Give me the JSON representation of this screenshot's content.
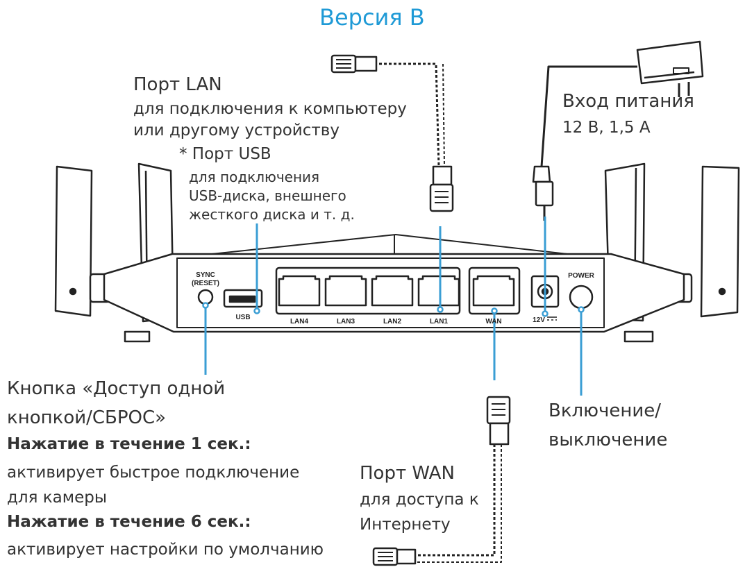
{
  "title": "Версия B",
  "colors": {
    "accent": "#1f9ad6",
    "leader": "#3a9ed4",
    "outline": "#222222"
  },
  "labels": {
    "lan": {
      "title": "Порт LAN",
      "line1": "для подключения к компьютеру",
      "line2": "или другому устройству"
    },
    "usb": {
      "title": "* Порт USB",
      "line1": "для подключения",
      "line2": "USB-диска, внешнего",
      "line3": "жесткого диска и т. д."
    },
    "power_in": {
      "title": "Вход питания",
      "line1": "12 В, 1,5 А"
    },
    "button": {
      "title1": "Кнопка «Доступ одной",
      "title2": "кнопкой/СБРОС»",
      "press1": "Нажатие в течение 1 сек.:",
      "press1_desc1": "активирует быстрое подключение",
      "press1_desc2": "для камеры",
      "press6": "Нажатие в течение 6 сек.:",
      "press6_desc": "активирует настройки по умолчанию"
    },
    "power_switch": {
      "line1": "Включение/",
      "line2": "выключение"
    },
    "wan": {
      "title": "Порт WAN",
      "line1": "для доступа к",
      "line2": "Интернету"
    }
  },
  "router": {
    "sync": "SYNC",
    "reset": "(RESET)",
    "usb": "USB",
    "lan4": "LAN4",
    "lan3": "LAN3",
    "lan2": "LAN2",
    "lan1": "LAN1",
    "wan": "WAN",
    "dc": "12V",
    "power": "POWER"
  }
}
